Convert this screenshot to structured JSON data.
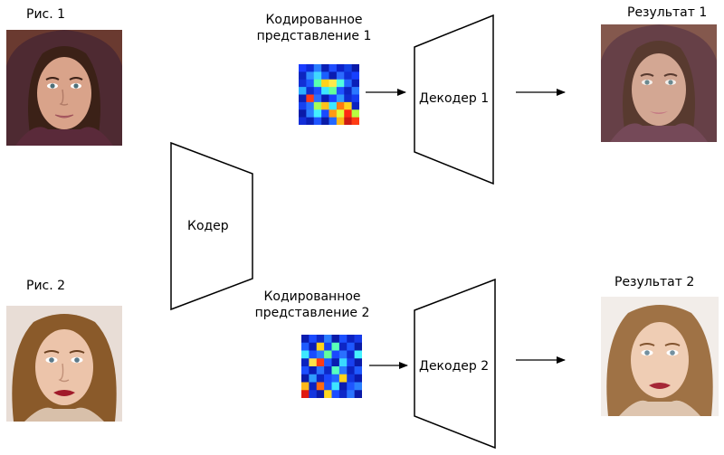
{
  "labels": {
    "image1": "Рис. 1",
    "image2": "Рис. 2",
    "encoder": "Кодер",
    "code1_line1": "Кодированное",
    "code1_line2": "представление 1",
    "code2_line1": "Кодированное",
    "code2_line2": "представление 2",
    "decoder1": "Декодер 1",
    "decoder2": "Декодер 2",
    "result1": "Результат 1",
    "result2": "Результат 2"
  },
  "code_grids": {
    "grid1": [
      [
        "#1a3cff",
        "#0f2bd8",
        "#2a7dff",
        "#0a1fb5",
        "#1f4dff",
        "#0c22c8",
        "#1140e6",
        "#0a1aa8"
      ],
      [
        "#0d26c0",
        "#2e8cff",
        "#3fd7ff",
        "#1a5fff",
        "#0a1cb0",
        "#2b6bff",
        "#0f2fd8",
        "#1740ff"
      ],
      [
        "#122fd5",
        "#1e58ff",
        "#59ffb0",
        "#ffd21a",
        "#ffe94a",
        "#52ffe0",
        "#2268ff",
        "#0a1fb8"
      ],
      [
        "#2bb0ff",
        "#0f2bcf",
        "#1c4cff",
        "#3ce6ff",
        "#64ff9a",
        "#1e52ff",
        "#0d24c2",
        "#2a78ff"
      ],
      [
        "#0c20b8",
        "#ff3a1a",
        "#2a6cff",
        "#0a1bb0",
        "#1940ff",
        "#2f9bff",
        "#0f2bd0",
        "#143cf0"
      ],
      [
        "#1741f0",
        "#2a74ff",
        "#a8ff55",
        "#ffc21a",
        "#3ee8ff",
        "#ff7a10",
        "#ffd31e",
        "#0c22c0"
      ],
      [
        "#0a1aa8",
        "#2b7fff",
        "#43f0ff",
        "#1a4aff",
        "#ff9a14",
        "#e0ff3a",
        "#ff2a12",
        "#b8ff40"
      ],
      [
        "#132ed8",
        "#0c1fb5",
        "#1f55ff",
        "#0a1ca8",
        "#2468ff",
        "#ffb81a",
        "#cc1a12",
        "#ff3c14"
      ]
    ],
    "grid2": [
      [
        "#0a1cb0",
        "#1a4aff",
        "#0e28c8",
        "#2b7dff",
        "#0a1aa8",
        "#1c50ff",
        "#0c22c0",
        "#163ae8"
      ],
      [
        "#1f5cff",
        "#0a1cb5",
        "#ffd21a",
        "#1740f0",
        "#59ffb8",
        "#0d26c4",
        "#1e58ff",
        "#0a1ca8"
      ],
      [
        "#3ee8ff",
        "#1a4cff",
        "#2b7cff",
        "#63ff9a",
        "#1a48ff",
        "#2a70ff",
        "#0f2bd0",
        "#46f2ff"
      ],
      [
        "#0c22c0",
        "#ffe24a",
        "#ff3a14",
        "#1f58ff",
        "#0a1cb0",
        "#3ad8ff",
        "#1840f0",
        "#0a1aa8"
      ],
      [
        "#1c4eff",
        "#0a1cb5",
        "#2a72ff",
        "#0e28c8",
        "#56ffc0",
        "#2a78ff",
        "#0c22c0",
        "#1f5aff"
      ],
      [
        "#0a1aa8",
        "#2f9cff",
        "#0d24c4",
        "#1a48ff",
        "#2266ff",
        "#ffd21a",
        "#1236e0",
        "#0a1ab0"
      ],
      [
        "#ffb81a",
        "#0c22c0",
        "#ff6a12",
        "#1c50ff",
        "#3ee4ff",
        "#0a1cb0",
        "#1f56ff",
        "#2b80ff"
      ],
      [
        "#e01a12",
        "#1436e0",
        "#0a1aa8",
        "#ffd81e",
        "#1c4cff",
        "#0e28c8",
        "#2a74ff",
        "#0a1aa8"
      ]
    ]
  },
  "faces": {
    "face1": {
      "bg": "#7a4a3e",
      "hair": "#3b2117",
      "skin": "#d9a38a",
      "scarf": "#5a2a3a",
      "eye": "#5f7f86",
      "lip": "#c0707a"
    },
    "face2": {
      "bg": "#f2ece8",
      "hair": "#8a5a2a",
      "skin": "#ecc4aa",
      "scarf": "#d8b08a",
      "eye": "#6b8a9a",
      "lip": "#a01a2a"
    }
  }
}
